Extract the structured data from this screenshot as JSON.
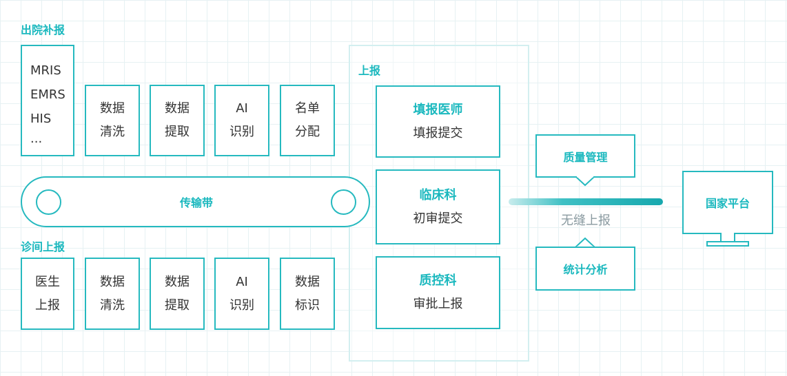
{
  "discharge": {
    "title": "出院补报",
    "sources": [
      "MRIS",
      "EMRS",
      "HIS",
      "..."
    ],
    "steps": [
      [
        "数据",
        "清洗"
      ],
      [
        "数据",
        "提取"
      ],
      [
        "AI",
        "识别"
      ],
      [
        "名单",
        "分配"
      ]
    ]
  },
  "conveyor": {
    "label": "传输带"
  },
  "clinic": {
    "title": "诊间上报",
    "steps": [
      [
        "医生",
        "上报"
      ],
      [
        "数据",
        "清洗"
      ],
      [
        "数据",
        "提取"
      ],
      [
        "AI",
        "识别"
      ],
      [
        "数据",
        "标识"
      ]
    ]
  },
  "report": {
    "title": "上报",
    "units": [
      {
        "name": "填报医师",
        "action": "填报提交"
      },
      {
        "name": "临床科",
        "action": "初审提交"
      },
      {
        "name": "质控科",
        "action": "审批上报"
      }
    ]
  },
  "quality": {
    "label": "质量管理"
  },
  "stats": {
    "label": "统计分析"
  },
  "link": {
    "label": "无缝上报"
  },
  "national": {
    "label": "国家平台"
  }
}
